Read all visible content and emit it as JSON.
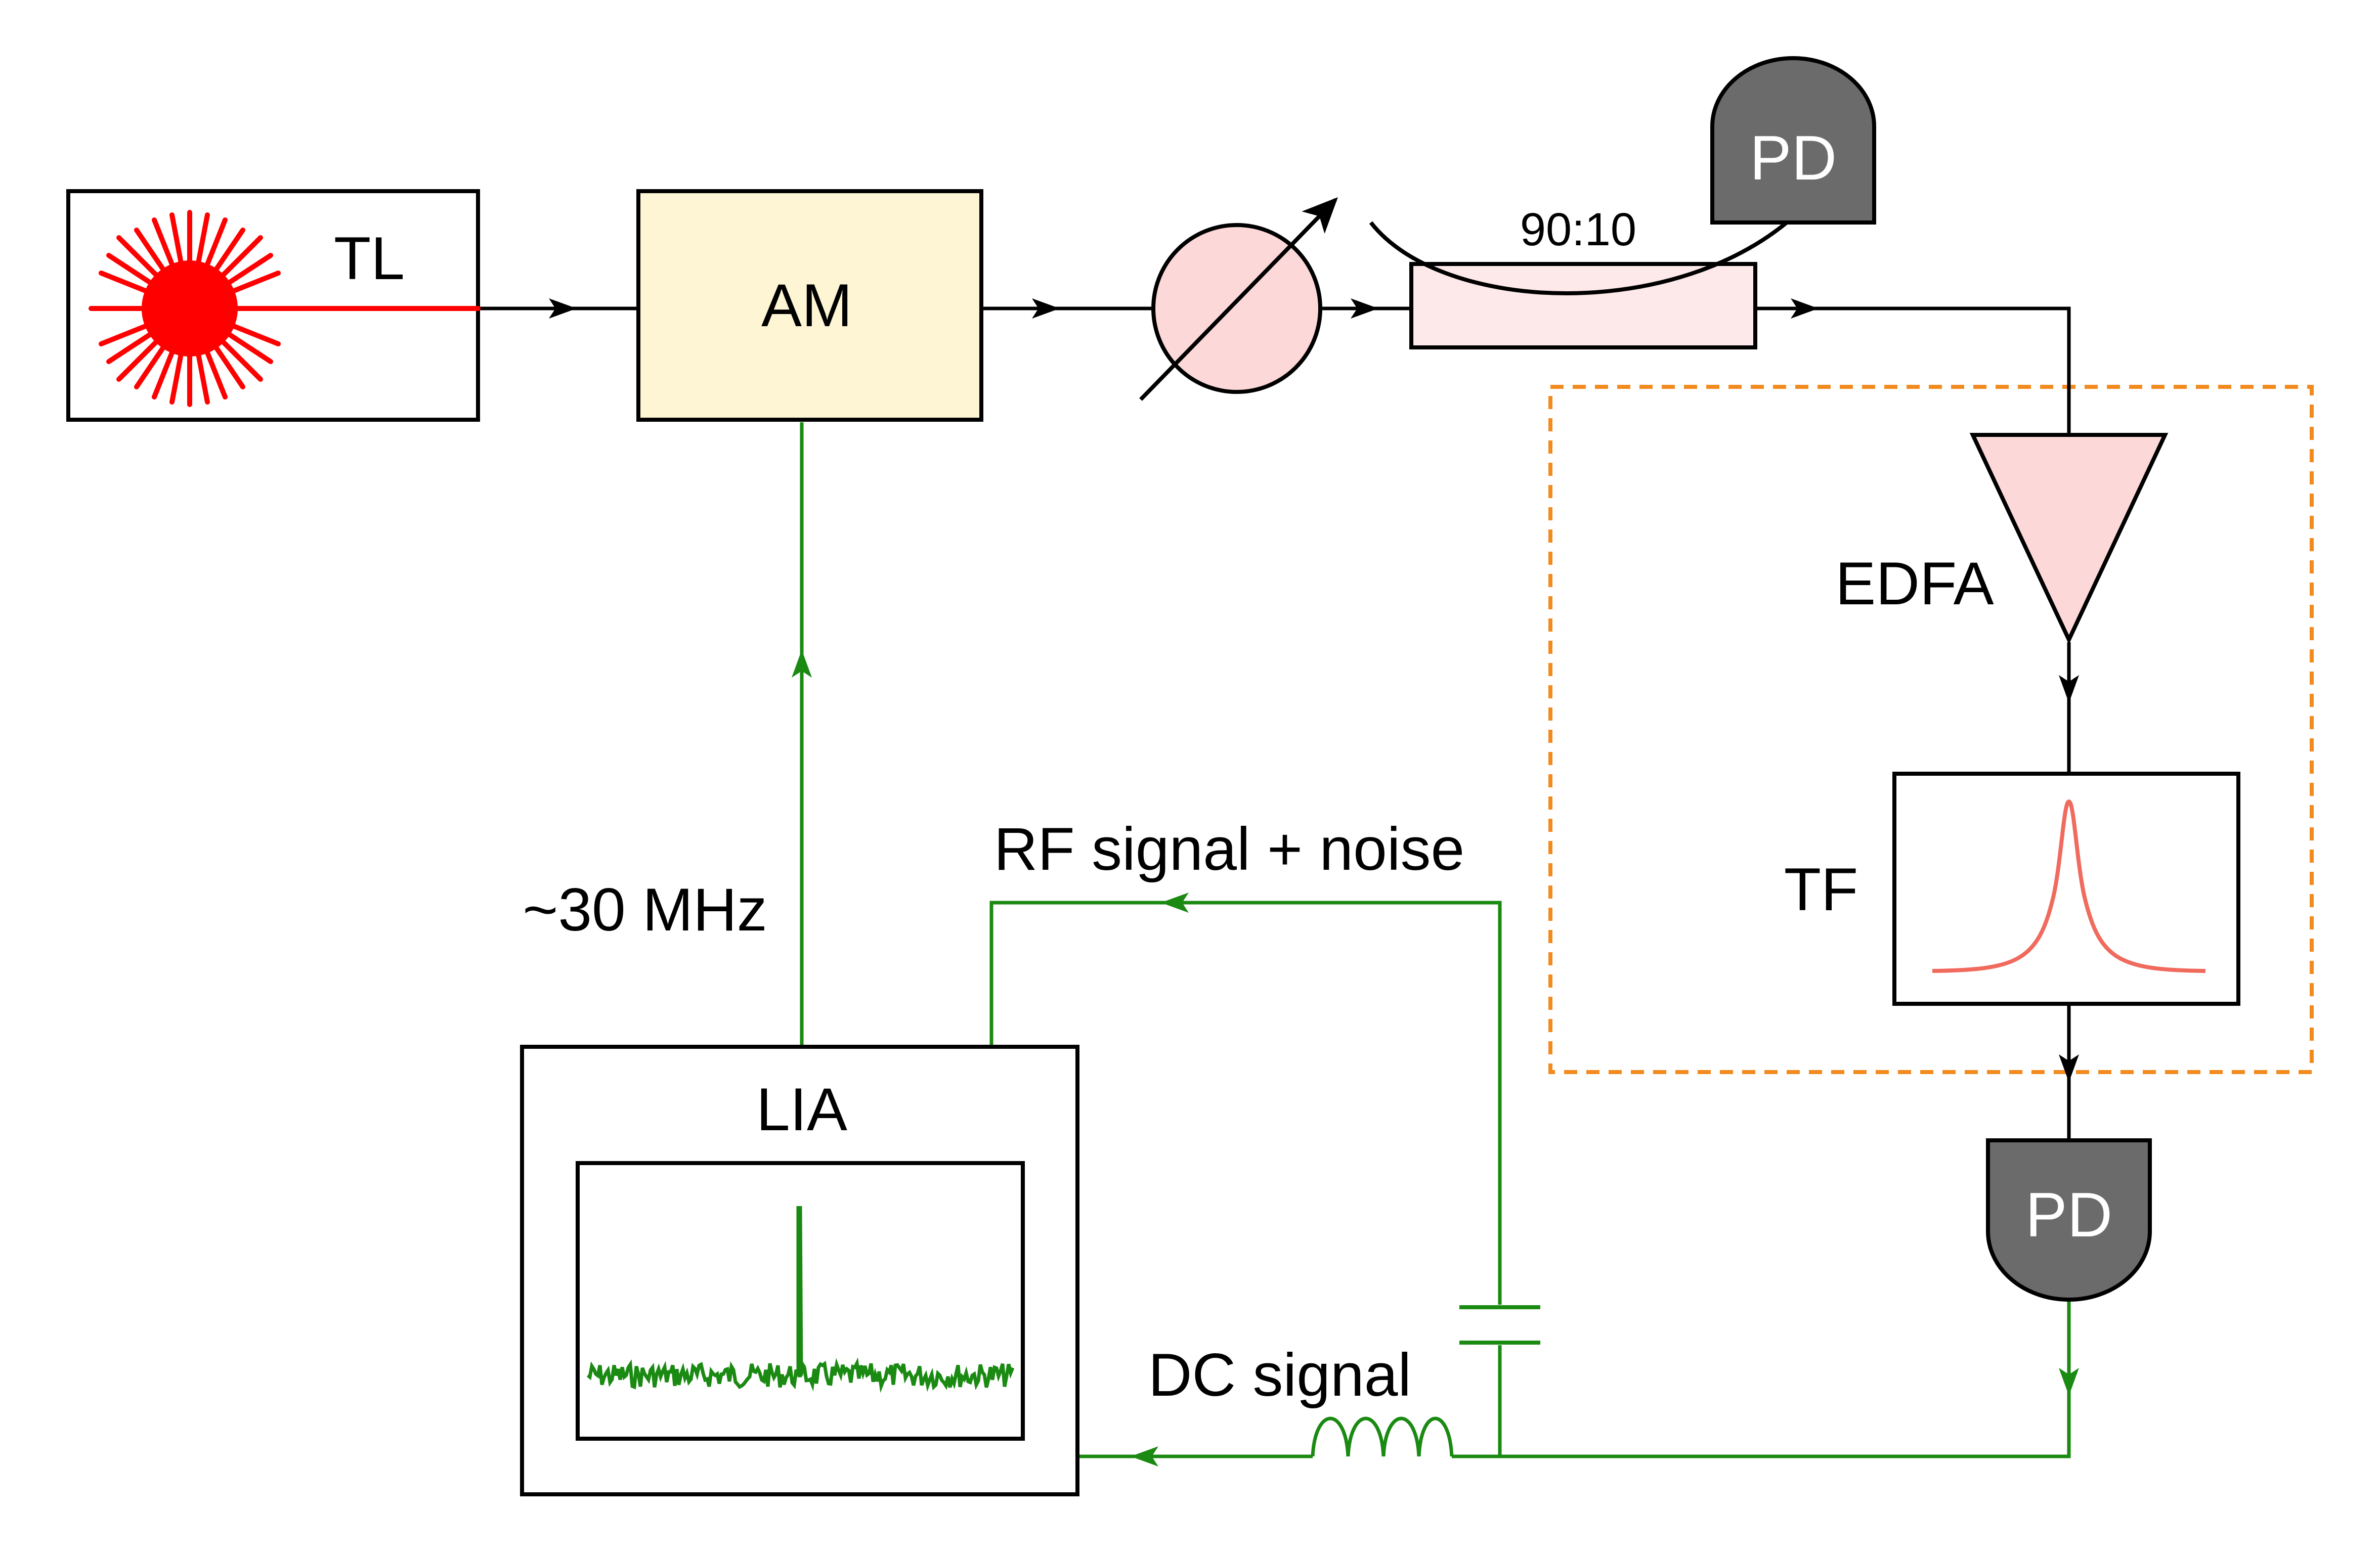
{
  "labels": {
    "tl": "TL",
    "am": "AM",
    "coupler_ratio": "90:10",
    "pd_top": "PD",
    "pd_bottom": "PD",
    "edfa": "EDFA",
    "tf": "TF",
    "lia": "LIA",
    "mod_freq": "~30 MHz",
    "rf_path": "RF signal + noise",
    "dc_path": "DC signal"
  },
  "colors": {
    "optical": "#000000",
    "electrical": "#1a8a12",
    "laser": "#ff0000",
    "am_fill": "#fdf5d3",
    "pink_fill": "#fdd8d8",
    "coupler_fill": "#fde9e9",
    "pd_fill": "#6b6b6b",
    "filter_curve": "#f06a5e",
    "dashed_box": "#f28a1e"
  },
  "icons": {
    "laser": "starburst-laser-icon",
    "attenuator": "variable-attenuator-icon",
    "coil": "inductor-coil-icon",
    "capacitor": "capacitor-icon"
  }
}
